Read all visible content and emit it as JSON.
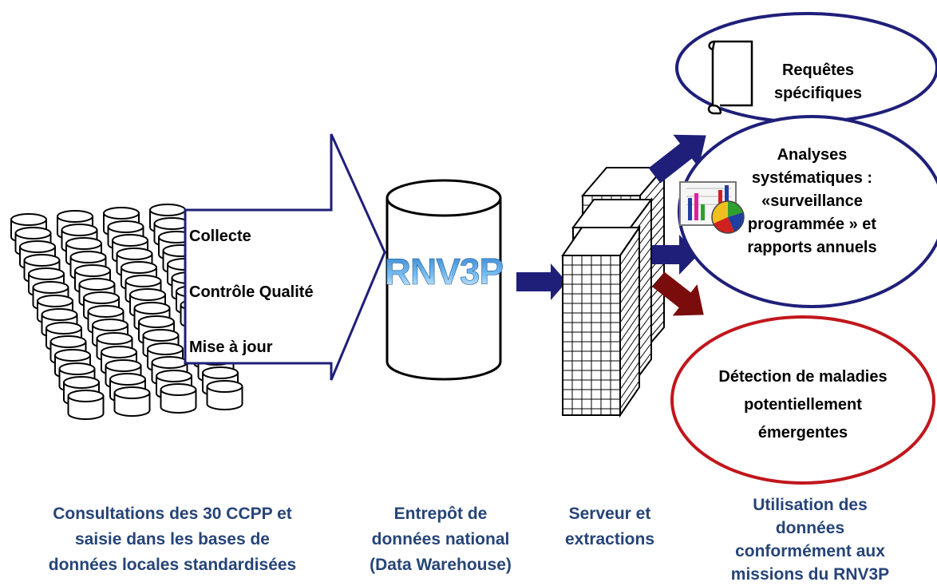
{
  "logo_text": "RNV3P",
  "funnel_steps": [
    "Collecte",
    "Contrôle Qualité",
    "Mise à jour"
  ],
  "outputs": {
    "requetes": [
      "Requêtes",
      "spécifiques"
    ],
    "analyses": [
      "Analyses",
      "systématiques :",
      "«surveillance",
      "programmée » et",
      "rapports annuels"
    ],
    "detection": [
      "Détection de maladies",
      "potentiellement",
      "émergentes"
    ]
  },
  "captions": {
    "sources": [
      "Consultations des 30 CCPP et",
      "saisie dans les bases de",
      "données locales standardisées"
    ],
    "warehouse": [
      "Entrepôt de",
      "données national",
      "(Data Warehouse)"
    ],
    "server": [
      "Serveur et",
      "extractions"
    ],
    "usage": [
      "Utilisation des",
      "données",
      "conformément aux",
      "missions du RNV3P"
    ]
  },
  "colors": {
    "navy": "#1f1f7a",
    "dark_red": "#7a0c0c",
    "ellipse_blue": "#1f1f7a",
    "ellipse_red": "#c0171c",
    "caption_blue": "#264478",
    "logo_blue": "#3a9ee0"
  },
  "icons": [
    "database-cylinder-icon",
    "scroll-icon",
    "chart-icon",
    "grid-server-icon"
  ]
}
